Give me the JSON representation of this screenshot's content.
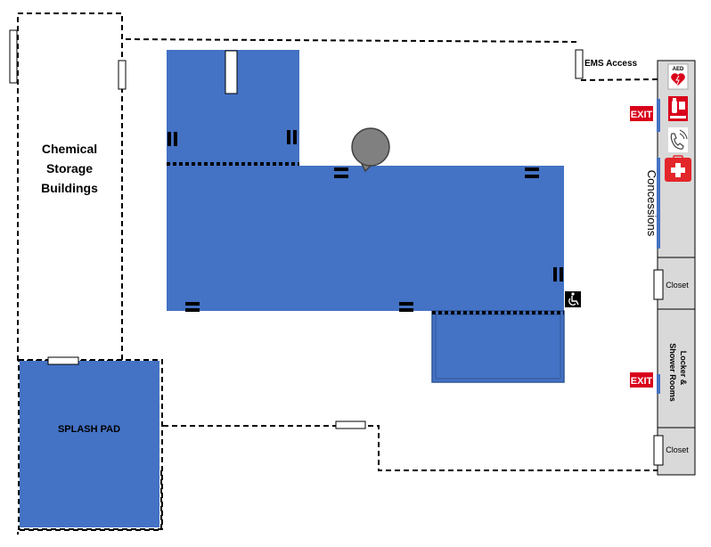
{
  "labels": {
    "chemical_storage_line1": "Chemical",
    "chemical_storage_line2": "Storage",
    "chemical_storage_line3": "Buildings",
    "splash_pad": "SPLASH PAD",
    "ems_access": "EMS Access",
    "concessions": "Concessions",
    "closet_upper": "Closet",
    "closet_lower": "Closet",
    "locker_line1": "Locker &",
    "locker_line2": "Shower Rooms",
    "exit_upper": "EXIT",
    "exit_lower": "EXIT",
    "aed_icon_text": "AED"
  },
  "icons": [
    "aed-icon",
    "fire-extinguisher-icon",
    "emergency-phone-icon",
    "first-aid-icon",
    "wheelchair-accessible-icon",
    "lifeguard-stand-icon"
  ],
  "colors": {
    "pool_blue": "#4472C4",
    "exit_red": "#D9001B",
    "first_aid_red": "#E3262A",
    "building_gray": "#D9D9D9",
    "concession_blue": "#4472C4",
    "guard_chair": "#808080"
  }
}
